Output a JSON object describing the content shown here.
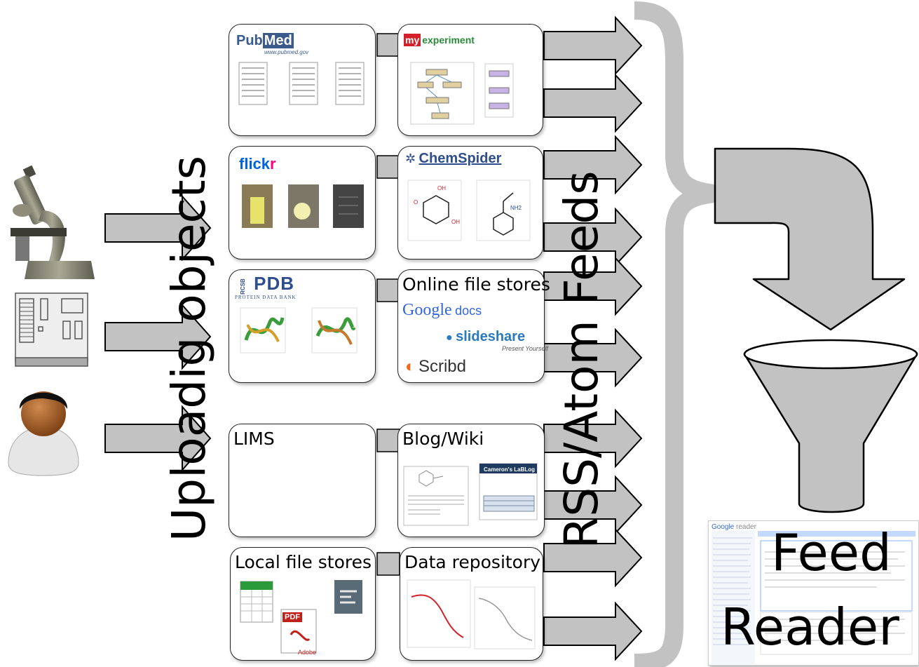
{
  "left_label": "Uploadig objects",
  "feeds_label": "RSS/Atom Feeds",
  "reader_line1": "Feed",
  "reader_line2": "Reader",
  "boxes": {
    "pubmed": {
      "logo_pub": "Pub",
      "logo_med": "Med",
      "url": "www.pubmed.gov"
    },
    "myexperiment": {
      "logo_my": "my",
      "logo_experiment": "experiment"
    },
    "flickr": {
      "logo_flick": "flick",
      "logo_r": "r"
    },
    "chemspider": {
      "logo": "ChemSpider"
    },
    "pdb": {
      "logo": "PDB",
      "rcsb": "RCSB",
      "subtitle": "PROTEIN DATA BANK"
    },
    "online_file_stores": {
      "label": "Online file stores",
      "google": "Google",
      "docs": "docs",
      "slideshare": "slideshare",
      "slideshare_tag": "Present Yourself",
      "scribd": "Scribd"
    },
    "lims": {
      "label": "LIMS"
    },
    "blog_wiki": {
      "label": "Blog/Wiki",
      "blog_title": "Cameron's LaBLog"
    },
    "local_file_stores": {
      "label": "Local file stores",
      "pdf": "PDF",
      "adobe": "Adobe"
    },
    "data_repository": {
      "label": "Data repository"
    }
  },
  "screenshot": {
    "google": "Google",
    "reader": "reader"
  },
  "colors": {
    "arrow_fill": "#c2c2c2",
    "arrow_stroke": "#000000",
    "brace": "#c2c2c2",
    "myexp_red": "#d4202a",
    "flickr_blue": "#0063dc",
    "flickr_pink": "#ff0084",
    "pdb_blue": "#2e4e8e",
    "slideshare_blue": "#2a7ac0"
  }
}
